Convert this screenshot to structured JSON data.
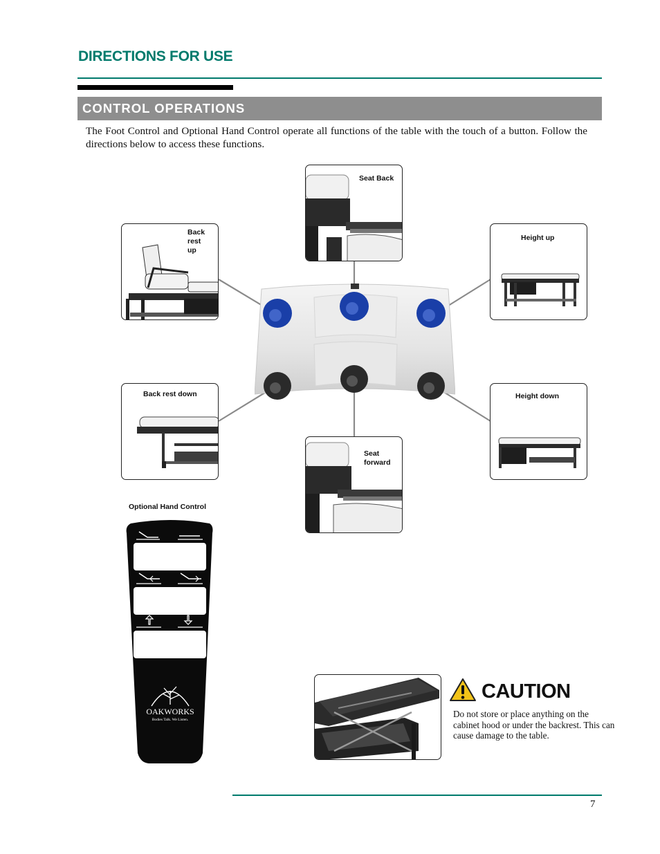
{
  "header": {
    "title": "DIRECTIONS FOR USE"
  },
  "section": {
    "title": "CONTROL OPERATIONS"
  },
  "intro": "The Foot Control and Optional Hand Control operate all functions of the table with the touch of a button. Follow the directions below to access these functions.",
  "foot_control": {
    "top_buttons_color": "#1a3fa8",
    "bottom_buttons_color": "#2a2a2a",
    "panels": {
      "back_rest_up": {
        "label_lines": [
          "Back",
          "rest",
          "up"
        ]
      },
      "seat_back": {
        "label": "Seat Back"
      },
      "height_up": {
        "label": "Height up"
      },
      "back_rest_down": {
        "label": "Back rest down"
      },
      "seat_forward": {
        "label_lines": [
          "Seat",
          "forward"
        ]
      },
      "height_down": {
        "label": "Height down"
      }
    }
  },
  "hand_control": {
    "title": "Optional Hand Control",
    "logo_text": "OAKWORKS",
    "logo_tagline": "Bodies Talk. We Listen."
  },
  "caution": {
    "title": "CAUTION",
    "text": "Do not store or place anything on the cabinet hood or under the backrest. This can cause damage to the table.",
    "icon": "warning-triangle-icon",
    "icon_color": "#f2c318"
  },
  "accent_color": "#007a6c",
  "page_number": "7"
}
